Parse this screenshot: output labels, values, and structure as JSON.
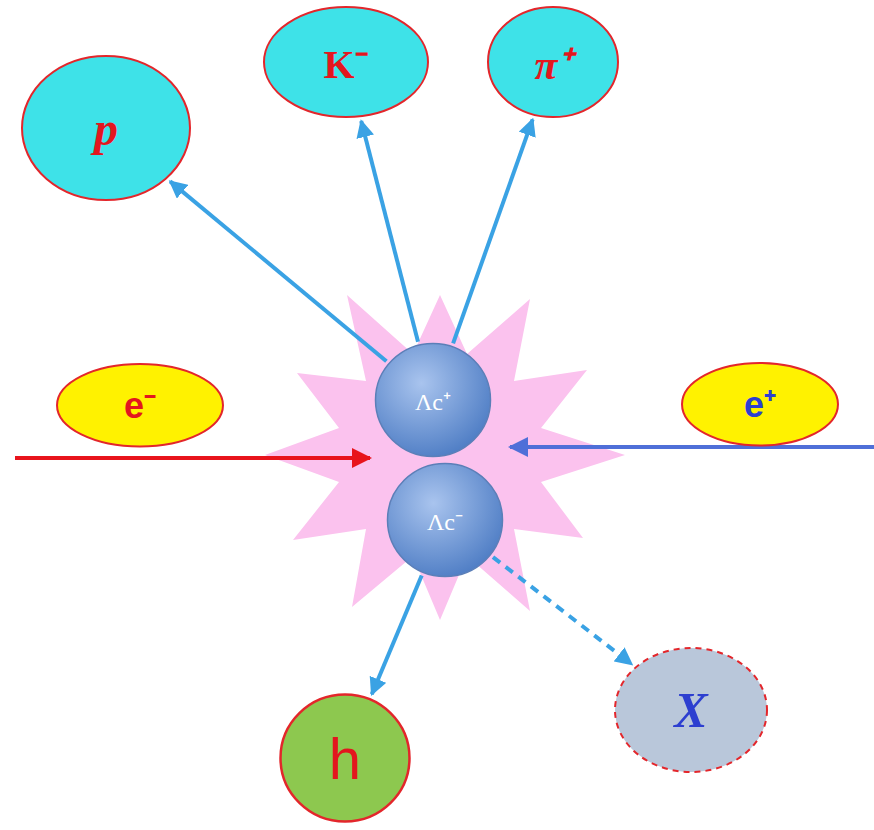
{
  "diagram": {
    "nodes": [
      {
        "text": [
          "p"
        ]
      },
      {
        "text": [
          "K⁻"
        ]
      },
      {
        "text": [
          "π⁺"
        ]
      },
      {
        "text": [
          "e⁻"
        ]
      },
      {
        "text": [
          "Λc⁺"
        ]
      },
      {
        "text": [
          "e⁺"
        ]
      },
      {
        "text": [
          "Λc⁻"
        ]
      },
      {
        "text": [
          "h"
        ]
      },
      {
        "text": [
          "X"
        ]
      }
    ],
    "edges": [
      {
        "from": 4,
        "to": 0,
        "arrow": "to"
      },
      {
        "from": 4,
        "to": 1,
        "arrow": "to"
      },
      {
        "from": 4,
        "to": 2,
        "arrow": "to"
      },
      {
        "from": 6,
        "to": 7,
        "arrow": "to"
      },
      {
        "from": 6,
        "to": 8,
        "arrow": "to"
      }
    ]
  }
}
